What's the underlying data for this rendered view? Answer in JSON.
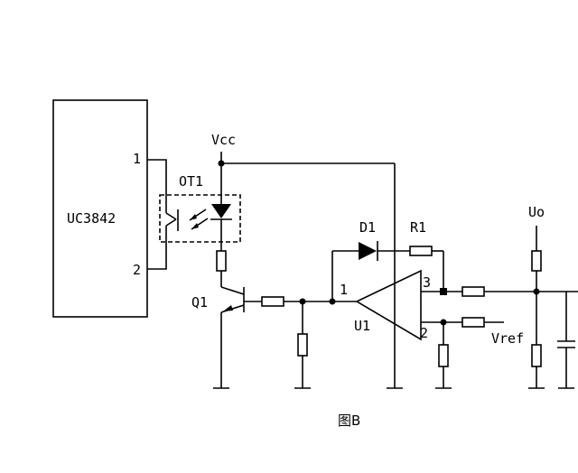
{
  "diagram": {
    "caption": "图B",
    "ic": {
      "name": "UC3842",
      "pin1": "1",
      "pin2": "2"
    },
    "optocoupler": "OT1",
    "supply": "Vcc",
    "transistor": "Q1",
    "diode": "D1",
    "resistor": "R1",
    "opamp": {
      "name": "U1",
      "pin1": "1",
      "pin2": "2",
      "pin3": "3"
    },
    "output": "Uo",
    "reference": "Vref"
  }
}
